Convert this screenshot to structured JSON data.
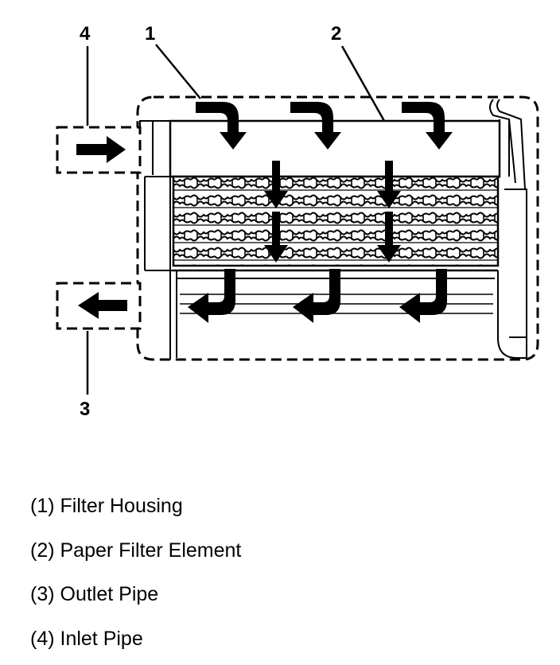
{
  "callouts": {
    "c1": "1",
    "c2": "2",
    "c3": "3",
    "c4": "4"
  },
  "legend": {
    "items": [
      "(1) Filter Housing",
      "(2) Paper Filter Element",
      "(3) Outlet Pipe",
      "(4) Inlet Pipe"
    ]
  },
  "colors": {
    "ink": "#000000",
    "background": "#ffffff"
  }
}
